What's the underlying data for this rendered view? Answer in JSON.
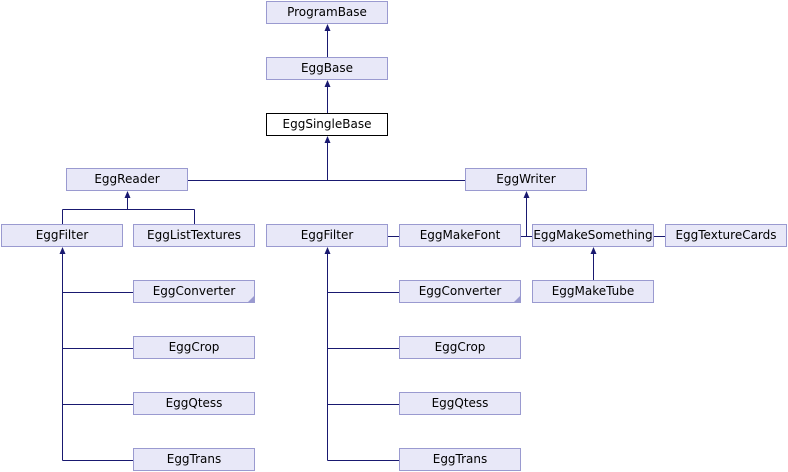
{
  "colors": {
    "edge": "#191970",
    "node_fill": "#e8e8f8",
    "node_border": "#9a9ad0",
    "current_border": "#000000"
  },
  "nodes": {
    "program_base": "ProgramBase",
    "egg_base": "EggBase",
    "egg_single_base": "EggSingleBase",
    "egg_reader": "EggReader",
    "egg_writer": "EggWriter",
    "egg_filter_left": "EggFilter",
    "egg_list_textures": "EggListTextures",
    "egg_filter_right": "EggFilter",
    "egg_make_font": "EggMakeFont",
    "egg_make_something": "EggMakeSomething",
    "egg_texture_cards": "EggTextureCards",
    "egg_make_tube": "EggMakeTube",
    "egg_converter_left": "EggConverter",
    "egg_crop_left": "EggCrop",
    "egg_qtess_left": "EggQtess",
    "egg_trans_left": "EggTrans",
    "egg_converter_right": "EggConverter",
    "egg_crop_right": "EggCrop",
    "egg_qtess_right": "EggQtess",
    "egg_trans_right": "EggTrans"
  },
  "edges": [
    [
      "egg_base",
      "program_base"
    ],
    [
      "egg_single_base",
      "egg_base"
    ],
    [
      "egg_reader",
      "egg_single_base"
    ],
    [
      "egg_writer",
      "egg_single_base"
    ],
    [
      "egg_filter_left",
      "egg_reader"
    ],
    [
      "egg_list_textures",
      "egg_reader"
    ],
    [
      "egg_filter_right",
      "egg_writer"
    ],
    [
      "egg_make_font",
      "egg_writer"
    ],
    [
      "egg_make_something",
      "egg_writer"
    ],
    [
      "egg_texture_cards",
      "egg_writer"
    ],
    [
      "egg_make_tube",
      "egg_make_something"
    ],
    [
      "egg_converter_left",
      "egg_filter_left"
    ],
    [
      "egg_crop_left",
      "egg_filter_left"
    ],
    [
      "egg_qtess_left",
      "egg_filter_left"
    ],
    [
      "egg_trans_left",
      "egg_filter_left"
    ],
    [
      "egg_converter_right",
      "egg_filter_right"
    ],
    [
      "egg_crop_right",
      "egg_filter_right"
    ],
    [
      "egg_qtess_right",
      "egg_filter_right"
    ],
    [
      "egg_trans_right",
      "egg_filter_right"
    ]
  ]
}
